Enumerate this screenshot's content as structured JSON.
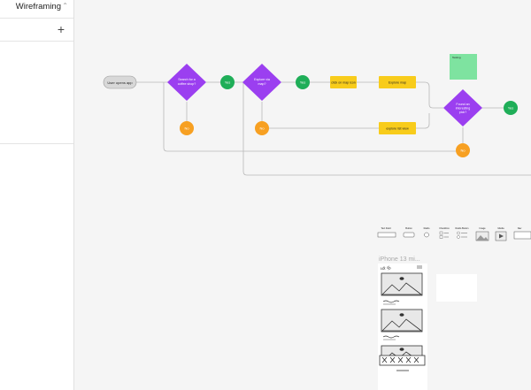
{
  "sidebar": {
    "title": "Wireframing",
    "add_label": "+"
  },
  "flow": {
    "start": "User opens app",
    "decision_coffee": [
      "Search for a",
      "coffee shop?"
    ],
    "decision_map": [
      "Explore via",
      "map?"
    ],
    "decision_pick": [
      "Found an",
      "interesting",
      "pick?"
    ],
    "yes": "Yes",
    "no": "No",
    "click_map_icon": "click on map icon",
    "explore_map": "Explore map",
    "explore_list": "explore list view",
    "sticky_note": "Testing"
  },
  "components": {
    "text_field": "Text Field",
    "button": "Button",
    "radio": "Radio",
    "checkbox": "Checkbox",
    "radio_button": "Radio Button",
    "image": "Image",
    "media": "Media",
    "nav": "Nav"
  },
  "frame": {
    "title": "iPhone 13 mi..."
  },
  "colors": {
    "decision": "#9b3ff0",
    "yes": "#1fae58",
    "no": "#f7a022",
    "action": "#f8cc1b",
    "sticky": "#7ee3a0",
    "connector": "#b9b9b9"
  }
}
